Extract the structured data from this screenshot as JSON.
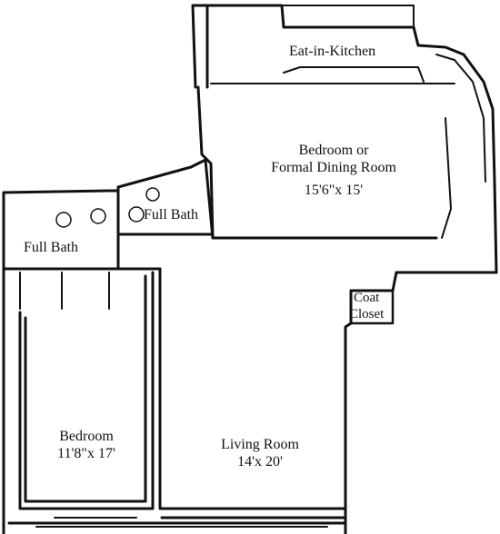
{
  "rooms": {
    "kitchen": {
      "name": "Eat-in-Kitchen"
    },
    "dining": {
      "name_line1": "Bedroom or",
      "name_line2": "Formal Dining Room",
      "dims": "15'6\"x 15'"
    },
    "bath_small": {
      "name": "Full Bath"
    },
    "bath_main": {
      "name": "Full Bath"
    },
    "closet": {
      "name_line1": "Coat",
      "name_line2": "Closet"
    },
    "bedroom": {
      "name": "Bedroom",
      "dims": "11'8\"x 17'"
    },
    "living": {
      "name": "Living Room",
      "dims": "14'x 20'"
    }
  },
  "colors": {
    "wall": "#111111",
    "background": "#ffffff"
  }
}
